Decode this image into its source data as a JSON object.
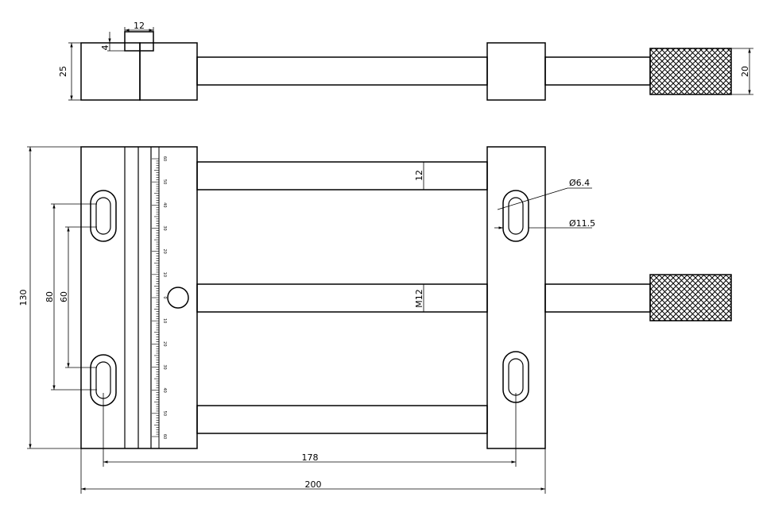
{
  "dimensions": {
    "jaw_step_width": "12",
    "jaw_step_height": "4",
    "side_height": "25",
    "knob_diameter": "20",
    "total_height": "130",
    "slot_spacing_outer": "80",
    "slot_spacing_inner": "60",
    "rod_diameter": "12",
    "hole_small": "Ø6.4",
    "hole_large": "Ø11.5",
    "screw_thread": "M12",
    "slot_center_distance": "178",
    "total_length": "200"
  },
  "scale_labels": [
    "60",
    "50",
    "40",
    "30",
    "20",
    "10",
    "0",
    "10",
    "20",
    "30",
    "40",
    "50",
    "60"
  ],
  "colors": {
    "line": "#000000",
    "background": "#ffffff"
  }
}
